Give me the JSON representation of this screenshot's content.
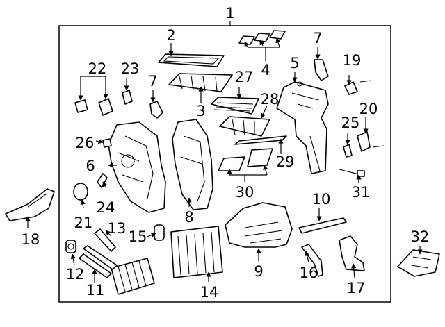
{
  "callouts": {
    "c1": "1",
    "c2": "2",
    "c3": "3",
    "c4": "4",
    "c5": "5",
    "c6": "6",
    "c7a": "7",
    "c7b": "7",
    "c8": "8",
    "c9": "9",
    "c10": "10",
    "c11": "11",
    "c12": "12",
    "c13": "13",
    "c14": "14",
    "c15": "15",
    "c16": "16",
    "c17": "17",
    "c18": "18",
    "c19": "19",
    "c20": "20",
    "c21": "21",
    "c22": "22",
    "c23": "23",
    "c24": "24",
    "c25": "25",
    "c26": "26",
    "c27": "27",
    "c28": "28",
    "c29": "29",
    "c30": "30",
    "c31": "31",
    "c32": "32"
  }
}
